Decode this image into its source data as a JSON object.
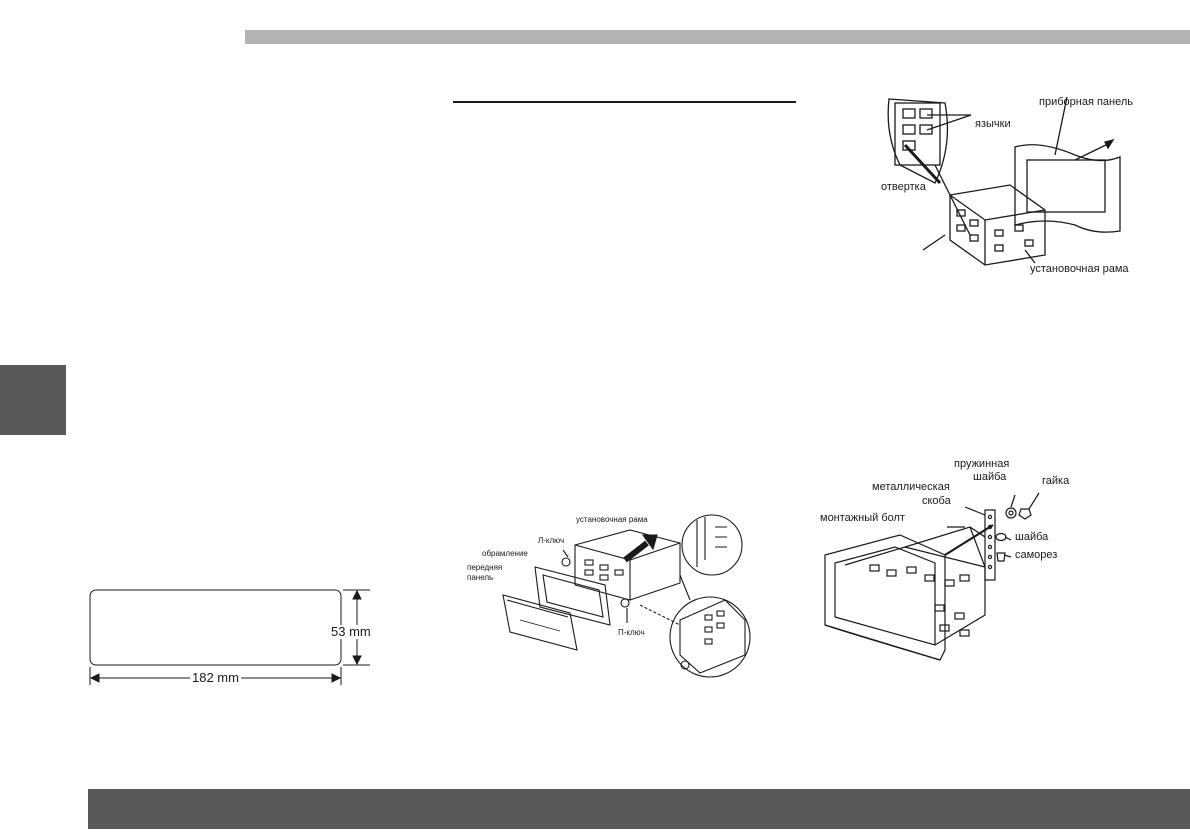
{
  "figure_removal": {
    "label_tabs": "язычки",
    "label_dashboard": "приборная панель",
    "label_screwdriver": "отвертка",
    "label_frame": "установочная рама"
  },
  "figure_front_panel": {
    "label_frame": "установочная рама",
    "label_l_key": "Л-ключ",
    "label_trim": "обрамление",
    "label_front_panel_line1": "передняя",
    "label_front_panel_line2": "панель",
    "label_p_key": "П-ключ"
  },
  "figure_mounting": {
    "label_spring_washer_line1": "пружинная",
    "label_spring_washer_line2": "шайба",
    "label_nut": "гайка",
    "label_metal_bracket_line1": "металлическая",
    "label_metal_bracket_line2": "скоба",
    "label_mounting_bolt": "монтажный болт",
    "label_washer": "шайба",
    "label_screw": "саморез"
  },
  "figure_dimensions": {
    "height": "53 mm",
    "width": "182 mm"
  }
}
